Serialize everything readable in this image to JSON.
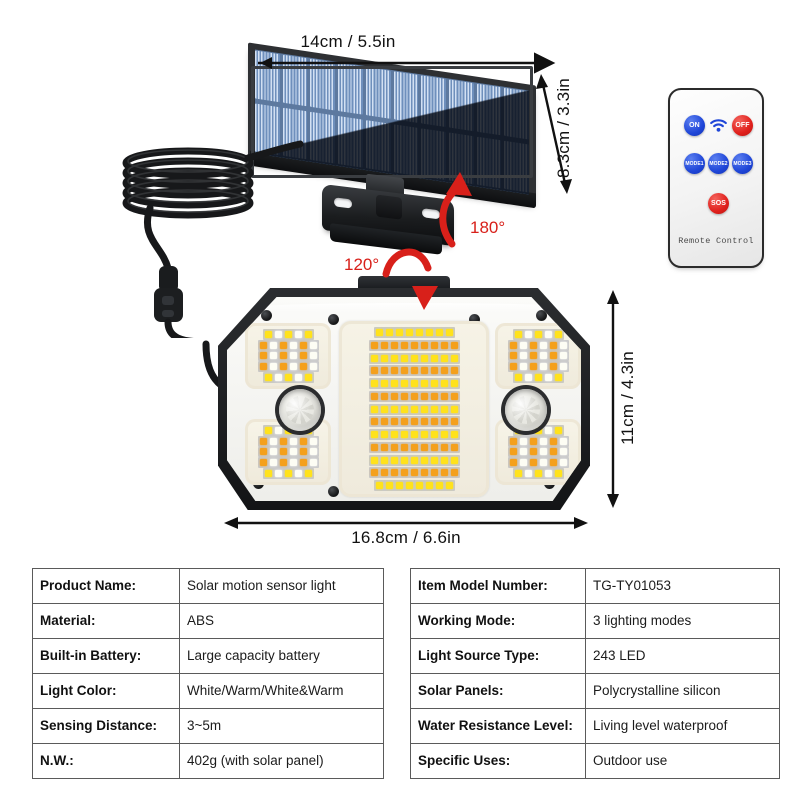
{
  "dimensions": {
    "solar_width": "14cm / 5.5in",
    "solar_depth": "8.3cm / 3.3in",
    "lamp_width": "16.8cm / 6.6in",
    "lamp_height": "11cm / 4.3in"
  },
  "angles": {
    "panel_rotation": "180°",
    "head_rotation": "120°"
  },
  "remote": {
    "caption": "Remote Control",
    "buttons": [
      {
        "label": "ON",
        "color": "blue",
        "name": "remote-on-button"
      },
      {
        "label": "",
        "color": "blue",
        "name": "remote-signal-icon"
      },
      {
        "label": "OFF",
        "color": "red",
        "name": "remote-off-button"
      },
      {
        "label": "MODE1",
        "color": "blue",
        "name": "remote-mode1-button"
      },
      {
        "label": "MODE2",
        "color": "blue",
        "name": "remote-mode2-button"
      },
      {
        "label": "MODE3",
        "color": "blue",
        "name": "remote-mode3-button"
      },
      {
        "label": "SOS",
        "color": "red",
        "name": "remote-sos-button"
      }
    ]
  },
  "spec_table_left": {
    "rows": [
      {
        "key": "Product Name:",
        "value": "Solar motion sensor light"
      },
      {
        "key": "Material:",
        "value": "ABS"
      },
      {
        "key": "Built-in Battery:",
        "value": "Large capacity battery"
      },
      {
        "key": "Light Color:",
        "value": "White/Warm/White&Warm"
      },
      {
        "key": "Sensing Distance:",
        "value": "3~5m"
      },
      {
        "key": "N.W.:",
        "value": "402g (with solar panel)"
      }
    ]
  },
  "spec_table_right": {
    "rows": [
      {
        "key": "Item Model Number:",
        "value": "TG-TY01053"
      },
      {
        "key": "Working Mode:",
        "value": "3 lighting modes"
      },
      {
        "key": "Light Source Type:",
        "value": "243 LED"
      },
      {
        "key": "Solar Panels:",
        "value": "Polycrystalline silicon"
      },
      {
        "key": "Water Resistance Level:",
        "value": "Living level waterproof"
      },
      {
        "key": "Specific Uses:",
        "value": "Outdoor use"
      }
    ]
  },
  "colors": {
    "accent_red": "#d8201a",
    "remote_blue": "#1f46d8",
    "remote_red": "#e0201c",
    "led_yellow": "#ffe21c",
    "led_orange": "#f4a01c",
    "led_white": "#fdfdf4",
    "panel_blue": "#4b6a94",
    "body_black": "#2b2d30"
  },
  "product": {
    "led_center_rows": 13,
    "led_corner_rows": 5,
    "sensor_count": 2,
    "solar_cell_columns": 10,
    "solar_cell_rows": 2
  }
}
